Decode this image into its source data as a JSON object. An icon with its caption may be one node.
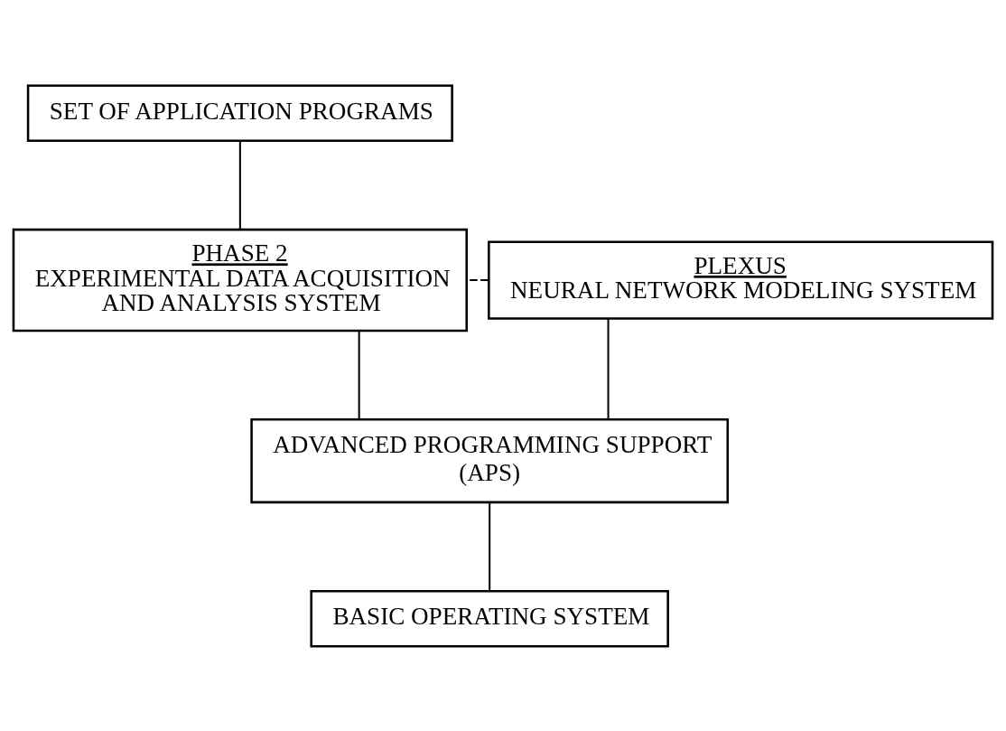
{
  "diagram": {
    "nodes": [
      {
        "text": [
          "SET OF APPLICATION PROGRAMS"
        ]
      },
      {
        "text": [
          "PLEXUS",
          "NEURAL NETWORK MODELING SYSTEM"
        ]
      },
      {
        "text": [
          "PHASE 2",
          "EXPERIMENTAL DATA ACQUISITION AND ANALYSIS SYSTEM"
        ]
      },
      {
        "text": [
          "ADVANCED PROGRAMMING SUPPORT (APS)"
        ]
      },
      {
        "text": [
          "BASIC OPERATING SYSTEM"
        ]
      }
    ],
    "edges": [
      {
        "from": 0,
        "to": 2,
        "arrow": "none"
      },
      {
        "from": 1,
        "to": 2,
        "arrow": "none",
        "style": "dashed"
      },
      {
        "from": 1,
        "to": 3,
        "arrow": "none"
      },
      {
        "from": 2,
        "to": 3,
        "arrow": "none"
      },
      {
        "from": 3,
        "to": 4,
        "arrow": "none"
      }
    ]
  }
}
